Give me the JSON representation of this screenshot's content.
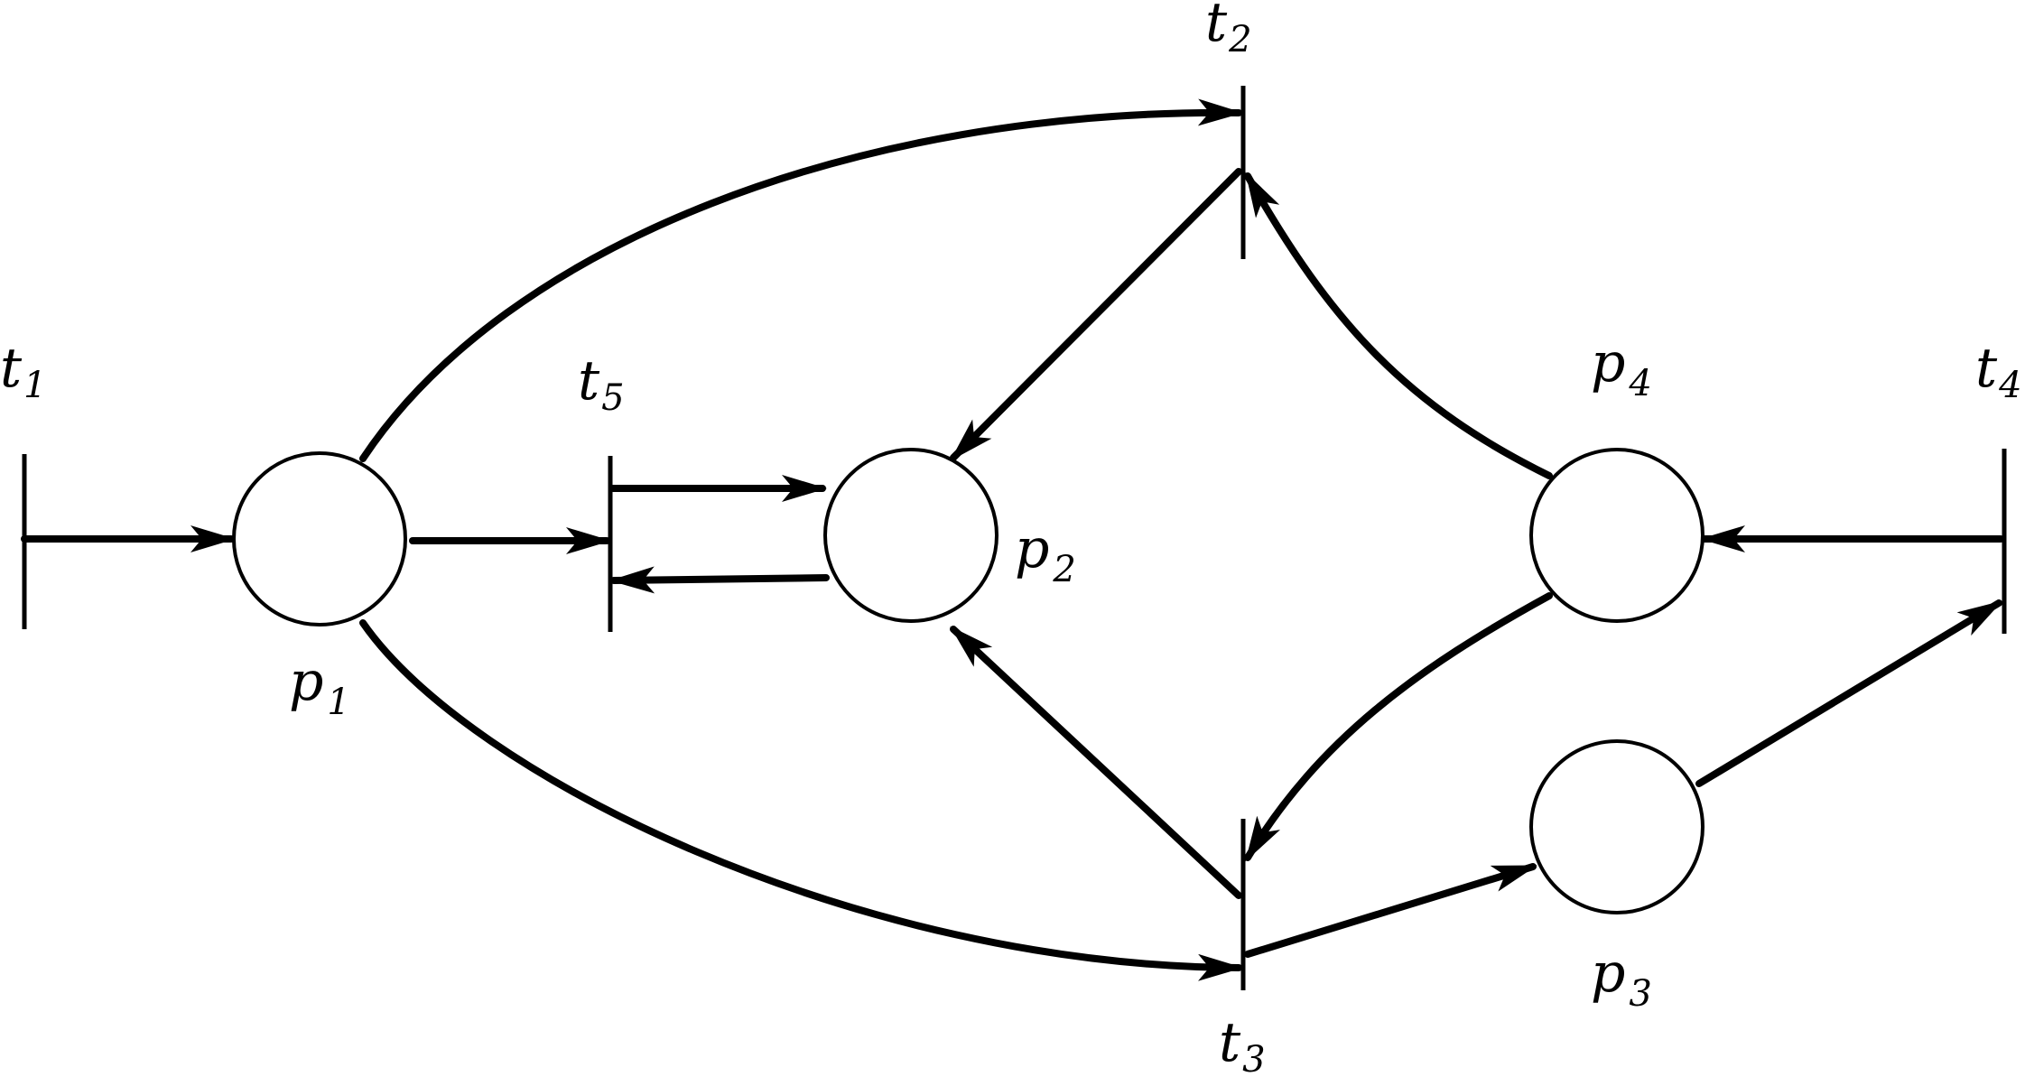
{
  "places": [
    {
      "id": "p1",
      "label": "p",
      "sub": "1"
    },
    {
      "id": "p2",
      "label": "p",
      "sub": "2"
    },
    {
      "id": "p3",
      "label": "p",
      "sub": "3"
    },
    {
      "id": "p4",
      "label": "p",
      "sub": "4"
    }
  ],
  "transitions": [
    {
      "id": "t1",
      "label": "t",
      "sub": "1"
    },
    {
      "id": "t2",
      "label": "t",
      "sub": "2"
    },
    {
      "id": "t3",
      "label": "t",
      "sub": "3"
    },
    {
      "id": "t4",
      "label": "t",
      "sub": "4"
    },
    {
      "id": "t5",
      "label": "t",
      "sub": "5"
    }
  ],
  "arcs": [
    {
      "from": "t1",
      "to": "p1"
    },
    {
      "from": "p1",
      "to": "t5"
    },
    {
      "from": "p1",
      "to": "t2"
    },
    {
      "from": "p1",
      "to": "t3"
    },
    {
      "from": "t5",
      "to": "p2"
    },
    {
      "from": "p2",
      "to": "t5"
    },
    {
      "from": "t2",
      "to": "p2"
    },
    {
      "from": "t3",
      "to": "p2"
    },
    {
      "from": "p4",
      "to": "t2"
    },
    {
      "from": "p4",
      "to": "t3"
    },
    {
      "from": "t4",
      "to": "p4"
    },
    {
      "from": "t3",
      "to": "p3"
    },
    {
      "from": "p3",
      "to": "t4"
    }
  ]
}
